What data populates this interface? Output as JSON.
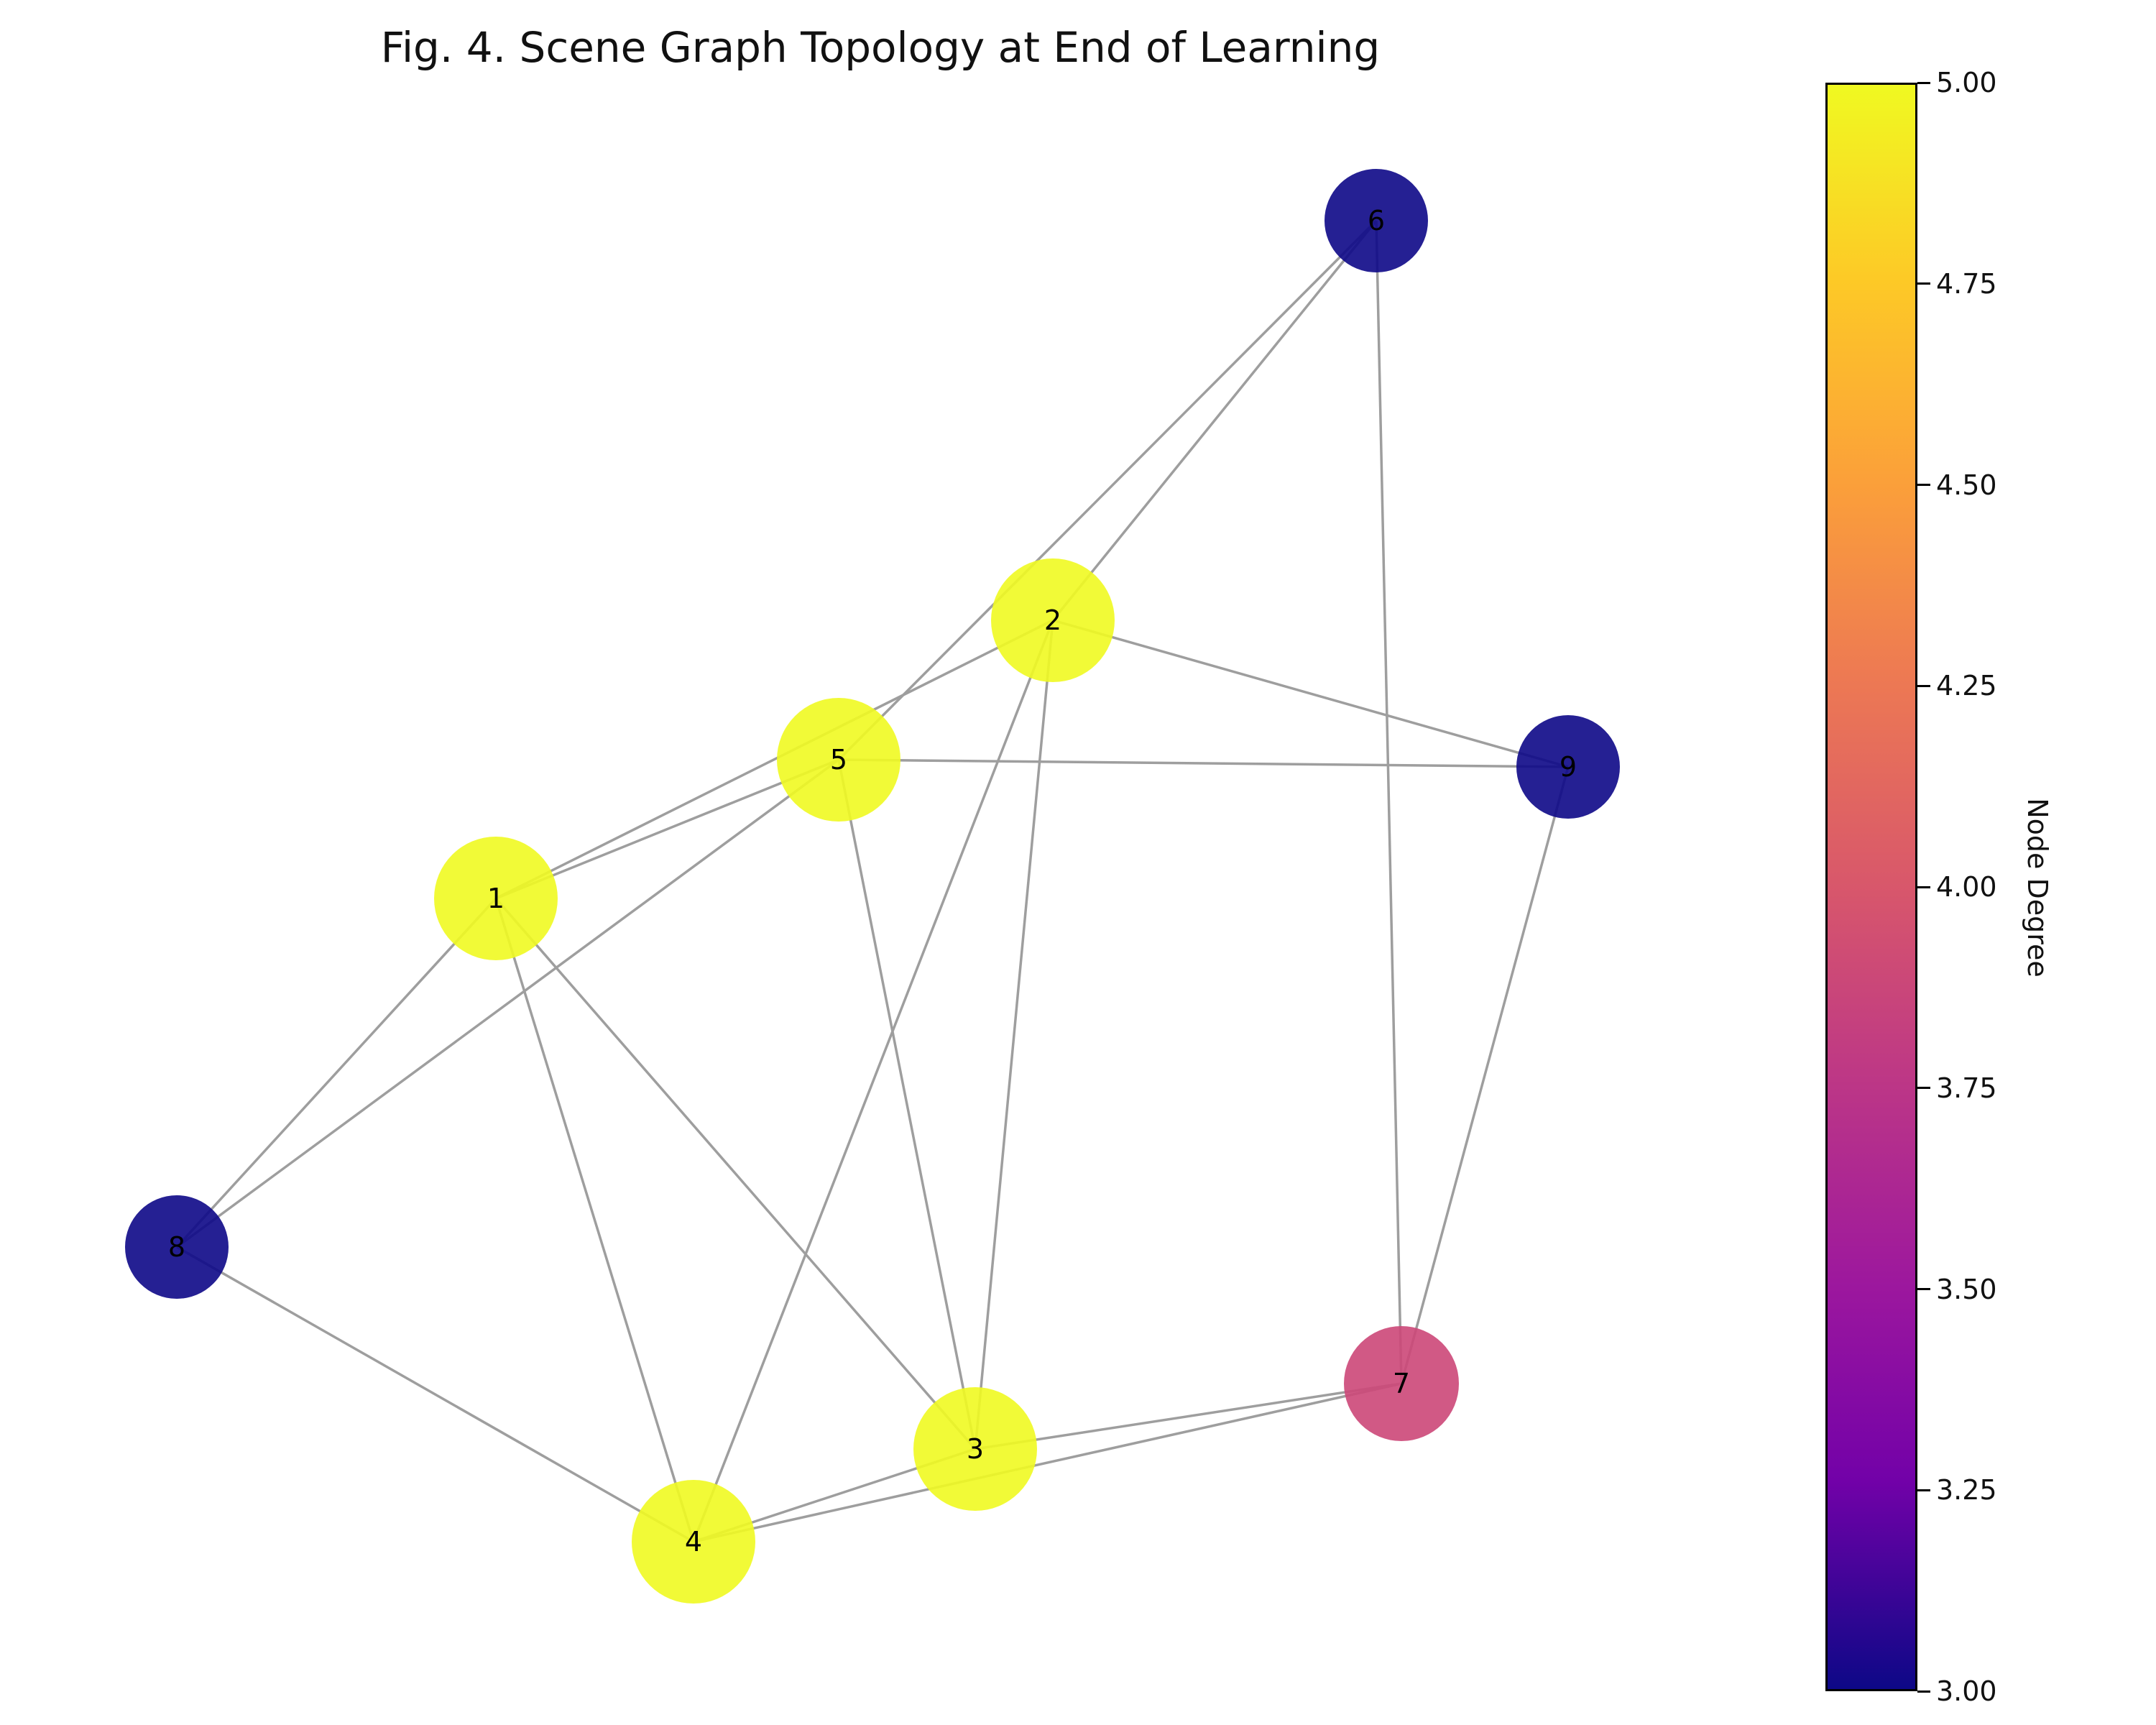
{
  "title": "Fig. 4. Scene Graph Topology at End of Learning",
  "colorbar": {
    "label": "Node Degree",
    "min": 3.0,
    "max": 5.0,
    "colormap": "plasma",
    "ticks": [
      "3.00",
      "3.25",
      "3.50",
      "3.75",
      "4.00",
      "4.25",
      "4.50",
      "4.75",
      "5.00"
    ]
  },
  "graph": {
    "edge_color": "#9e9e9e",
    "nodes": [
      {
        "id": "1",
        "degree": 5,
        "color": "#f0f921"
      },
      {
        "id": "2",
        "degree": 5,
        "color": "#f0f921"
      },
      {
        "id": "3",
        "degree": 5,
        "color": "#f0f921"
      },
      {
        "id": "4",
        "degree": 5,
        "color": "#f0f921"
      },
      {
        "id": "5",
        "degree": 5,
        "color": "#f0f921"
      },
      {
        "id": "6",
        "degree": 3,
        "color": "#0d0887"
      },
      {
        "id": "7",
        "degree": 4,
        "color": "#cc4778"
      },
      {
        "id": "8",
        "degree": 3,
        "color": "#0d0887"
      },
      {
        "id": "9",
        "degree": 3,
        "color": "#0d0887"
      }
    ],
    "edges": [
      [
        "1",
        "2"
      ],
      [
        "1",
        "5"
      ],
      [
        "1",
        "8"
      ],
      [
        "1",
        "4"
      ],
      [
        "1",
        "3"
      ],
      [
        "2",
        "6"
      ],
      [
        "2",
        "9"
      ],
      [
        "2",
        "4"
      ],
      [
        "2",
        "3"
      ],
      [
        "5",
        "6"
      ],
      [
        "5",
        "9"
      ],
      [
        "5",
        "8"
      ],
      [
        "5",
        "3"
      ],
      [
        "6",
        "7"
      ],
      [
        "9",
        "7"
      ],
      [
        "8",
        "4"
      ],
      [
        "3",
        "4"
      ],
      [
        "3",
        "7"
      ],
      [
        "4",
        "7"
      ]
    ]
  }
}
